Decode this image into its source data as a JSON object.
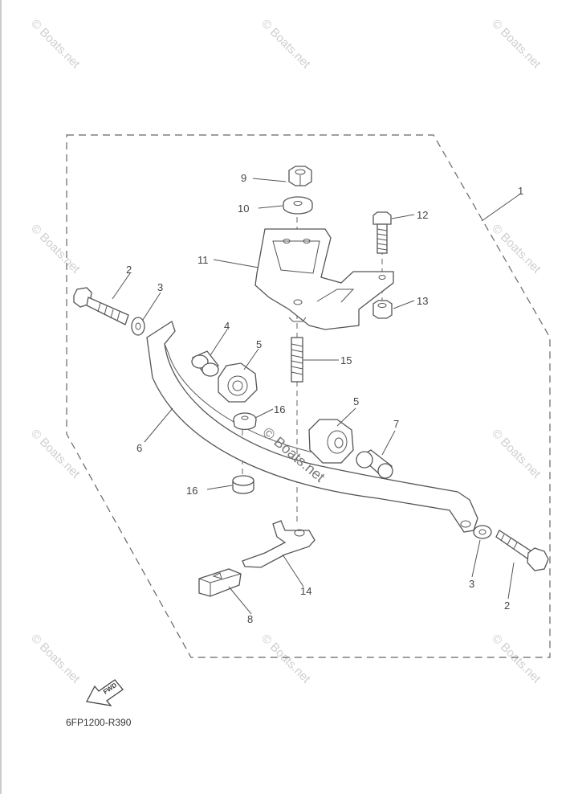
{
  "diagram": {
    "part_code": "6FP1200-R390",
    "fwd_label": "FWD",
    "watermark": "© Boats.net",
    "callouts": [
      "1",
      "2",
      "2",
      "3",
      "3",
      "4",
      "5",
      "5",
      "6",
      "7",
      "8",
      "9",
      "10",
      "11",
      "12",
      "13",
      "14",
      "15",
      "16",
      "16"
    ]
  }
}
